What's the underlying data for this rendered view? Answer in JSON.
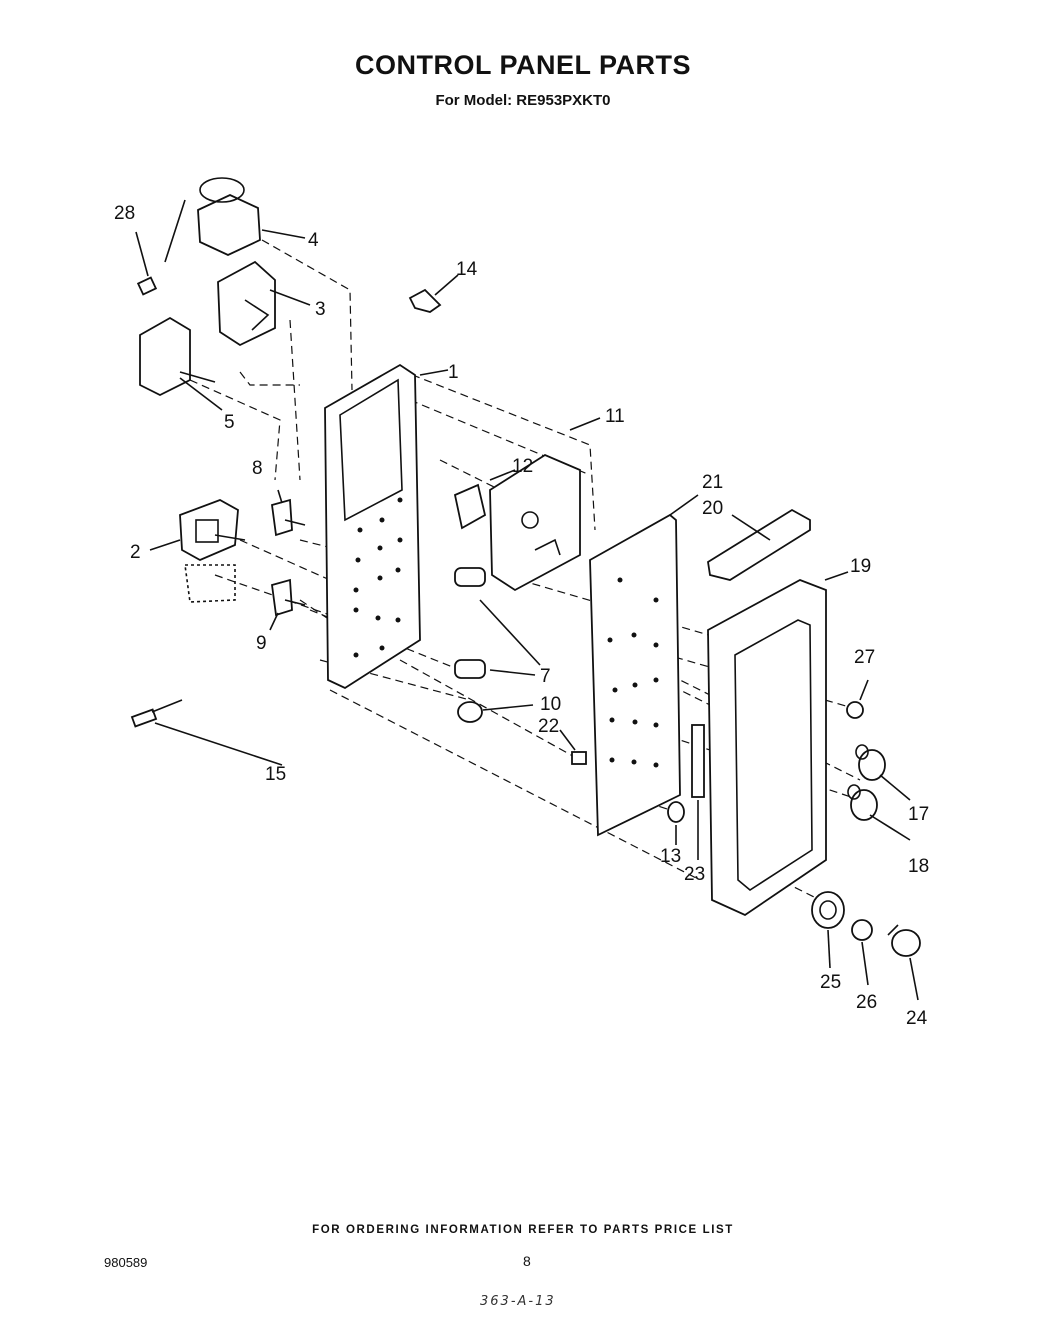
{
  "header": {
    "title": "CONTROL PANEL PARTS",
    "subtitle": "For Model: RE953PXKT0"
  },
  "callouts": [
    "1",
    "2",
    "3",
    "4",
    "5",
    "7",
    "8",
    "9",
    "10",
    "11",
    "12",
    "13",
    "14",
    "15",
    "17",
    "18",
    "19",
    "20",
    "21",
    "22",
    "23",
    "24",
    "25",
    "26",
    "27",
    "28"
  ],
  "footer": {
    "ordering_note": "FOR ORDERING INFORMATION REFER TO PARTS PRICE LIST",
    "doc_number": "980589",
    "page_number": "8",
    "handwritten_note": "363-A-13"
  }
}
